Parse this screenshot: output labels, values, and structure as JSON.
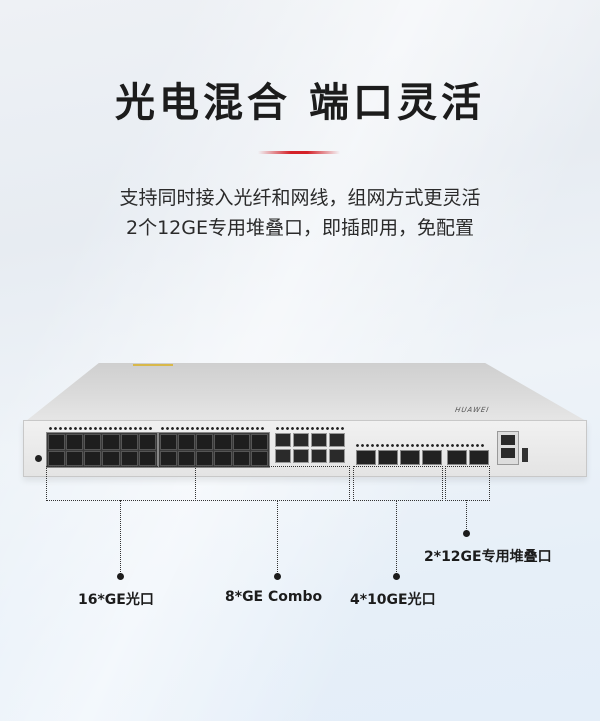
{
  "header": {
    "title": "光电混合 端口灵活",
    "accent_color": "#d42128",
    "subtitle_lines": [
      "支持同时接入光纤和网线，组网方式更灵活",
      "2个12GE专用堆叠口，即插即用，免配置"
    ]
  },
  "product": {
    "brand": "HUAWEI",
    "image_alt": "Huawei network switch front panel"
  },
  "callouts": [
    {
      "label": "16*GE光口"
    },
    {
      "label": "8*GE Combo"
    },
    {
      "label": "4*10GE光口"
    },
    {
      "label": "2*12GE专用堆叠口"
    }
  ]
}
